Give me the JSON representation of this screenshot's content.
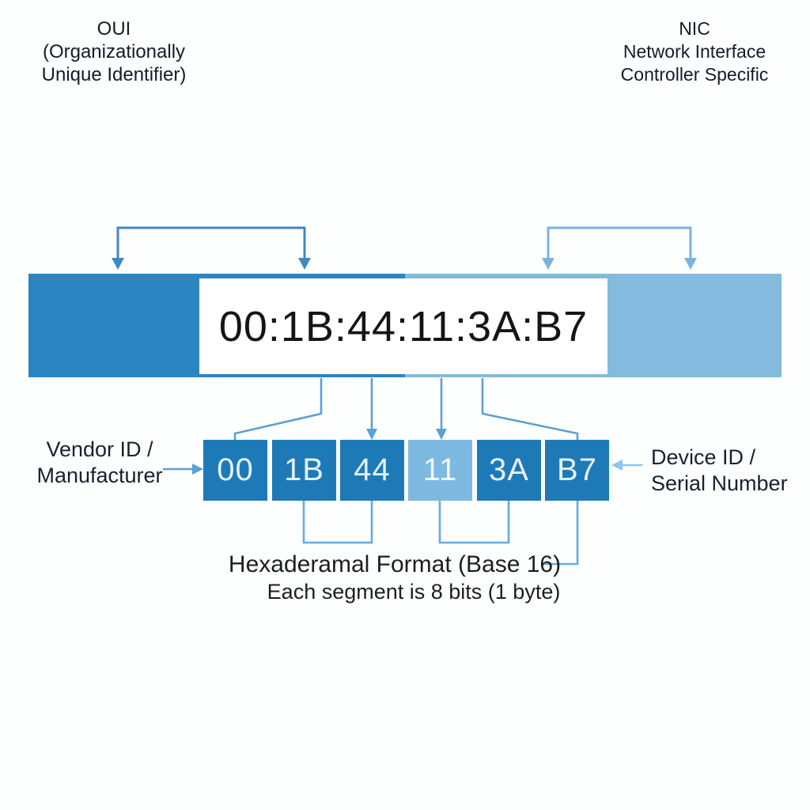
{
  "colors": {
    "oui_section_blue": "#2a85c0",
    "nic_section_blue": "#83badd",
    "segment_dark_blue": "#1e7ab7",
    "segment_light_blue": "#7db9e0",
    "bracket_dark": "#4288c2",
    "bracket_light": "#79b4e0",
    "connector_blue": "#5f9fd2",
    "under_bracket_blue": "#66abdf"
  },
  "bar": {
    "oui": {
      "line1": "OUI",
      "line2": "(Organizationally",
      "line3": "Unique Identifier)"
    },
    "mac_address": "00:1B:44:11:3A:B7",
    "nic": {
      "line1": "NIC",
      "line2": "Network Interface",
      "line3": "Controller Specific"
    }
  },
  "segments": [
    "00",
    "1B",
    "44",
    "11",
    "3A",
    "B7"
  ],
  "labels": {
    "vendor": {
      "line1": "Vendor ID /",
      "line2": "Manufacturer"
    },
    "device": {
      "line1": "Device ID /",
      "line2": "Serial Number"
    }
  },
  "footer": {
    "line1": "Hexaderamal Format (Base 16)",
    "line2": "Each segment is 8 bits (1 byte)"
  }
}
